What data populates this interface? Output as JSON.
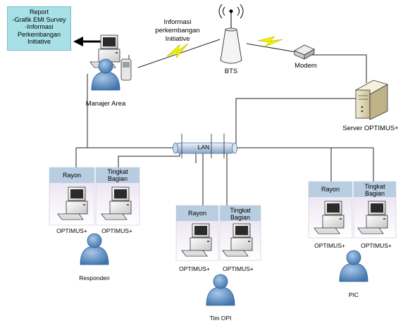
{
  "report": {
    "lines": [
      "Report",
      "-Grafik EMI Survey",
      "-Informasi",
      "Perkembangan",
      "Initiative"
    ]
  },
  "wireless_caption": [
    "Informasi",
    "perkembangan",
    "Initiative"
  ],
  "labels": {
    "manajer_area": "Manajer Area",
    "bts": "BTS",
    "modem": "Modem",
    "server": "Server OPTIMUS+",
    "lan": "LAN",
    "responden": "Responden",
    "tim_opi": "Tim OPI",
    "pic": "PIC"
  },
  "groups": [
    {
      "rayon": "Rayon",
      "bagian": [
        "Tingkat",
        "Bagian"
      ],
      "pc_labels": [
        "OPTIMUS+",
        "OPTIMUS+"
      ]
    },
    {
      "rayon": "Rayon",
      "bagian": [
        "Tingkat",
        "Bagian"
      ],
      "pc_labels": [
        "OPTIMUS+",
        "OPTIMUS+"
      ]
    },
    {
      "rayon": "Rayon",
      "bagian": [
        "Tingkat",
        "Bagian"
      ],
      "pc_labels": [
        "OPTIMUS+",
        "OPTIMUS+"
      ]
    }
  ],
  "colors": {
    "header": "#b8cde0",
    "panel_top": "#e9dff0",
    "lan_pipe": "#c9d8ea",
    "person": "#5b8ec4",
    "lightning": "#e8e800"
  }
}
